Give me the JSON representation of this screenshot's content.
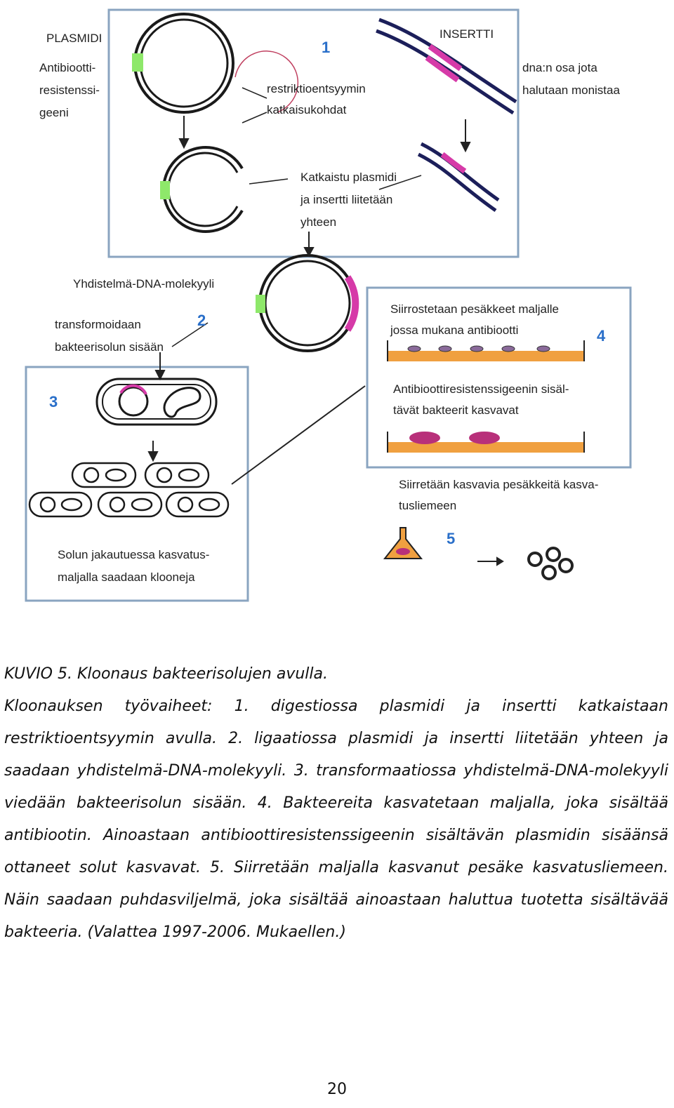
{
  "figure": {
    "step_numbers": [
      "1",
      "2",
      "3",
      "4",
      "5"
    ],
    "labels": {
      "plasmidi": "PLASMIDI",
      "antibiootti": [
        "Antibiootti-",
        "resistenssi-",
        "geeni"
      ],
      "insertti": "INSERTTI",
      "dna_osa": [
        "dna:n osa jota",
        "halutaan monistaa"
      ],
      "restriktio": [
        "restriktioentsyymin",
        "katkaisukohdat"
      ],
      "katkaistu": [
        "Katkaistu plasmidi",
        "ja insertti liitetään",
        "yhteen"
      ],
      "yhdistelma": "Yhdistelmä-DNA-molekyyli",
      "transformoidaan": [
        "transformoidaan",
        "bakteerisolun sisään"
      ],
      "solun_jakautuessa": [
        "Solun jakautuessa kasvatus-",
        "maljalla saadaan klooneja"
      ],
      "siirrostetaan": [
        "Siirrostetaan pesäkkeet maljalle",
        "jossa mukana antibiootti"
      ],
      "antibioottiresistenssi": [
        "Antibioottiresistenssigeenin sisäl-",
        "tävät bakteerit kasvavat"
      ],
      "siirretaan": [
        "Siirretään kasvavia pesäkkeitä kasva-",
        "tusliemeen"
      ]
    },
    "colors": {
      "box_border": "#8aa4c0",
      "plasmid_ring": "#1a1a1a",
      "antibiotic_gene": "#8ee86a",
      "insert": "#d63aa8",
      "dna_strand": "#1c1f5a",
      "agar": "#f0a040",
      "step_number": "#2a6fc9"
    }
  },
  "caption": {
    "title": "KUVIO 5. Kloonaus bakteerisolujen avulla.",
    "body": "Kloonauksen työvaiheet: 1. digestiossa plasmidi ja insertti katkaistaan restriktioentsyymin avulla. 2. ligaatiossa plasmidi ja insertti liitetään yhteen ja saadaan yhdistelmä-DNA-molekyyli. 3. transformaatiossa yhdistelmä-DNA-molekyyli viedään bakteerisolun sisään. 4. Bakteereita kasvatetaan maljalla, joka sisältää antibiootin. Ainoastaan antibioottiresistenssigeenin sisältävän plasmidin sisäänsä ottaneet solut kasvavat. 5. Siirretään maljalla kasvanut pesäke kasvatusliemeen. Näin saadaan puhdasviljelmä, joka sisältää ainoastaan haluttua tuotetta sisältävää bakteeria. (Valattea 1997-2006. Mukaellen.)"
  },
  "page_number": "20"
}
